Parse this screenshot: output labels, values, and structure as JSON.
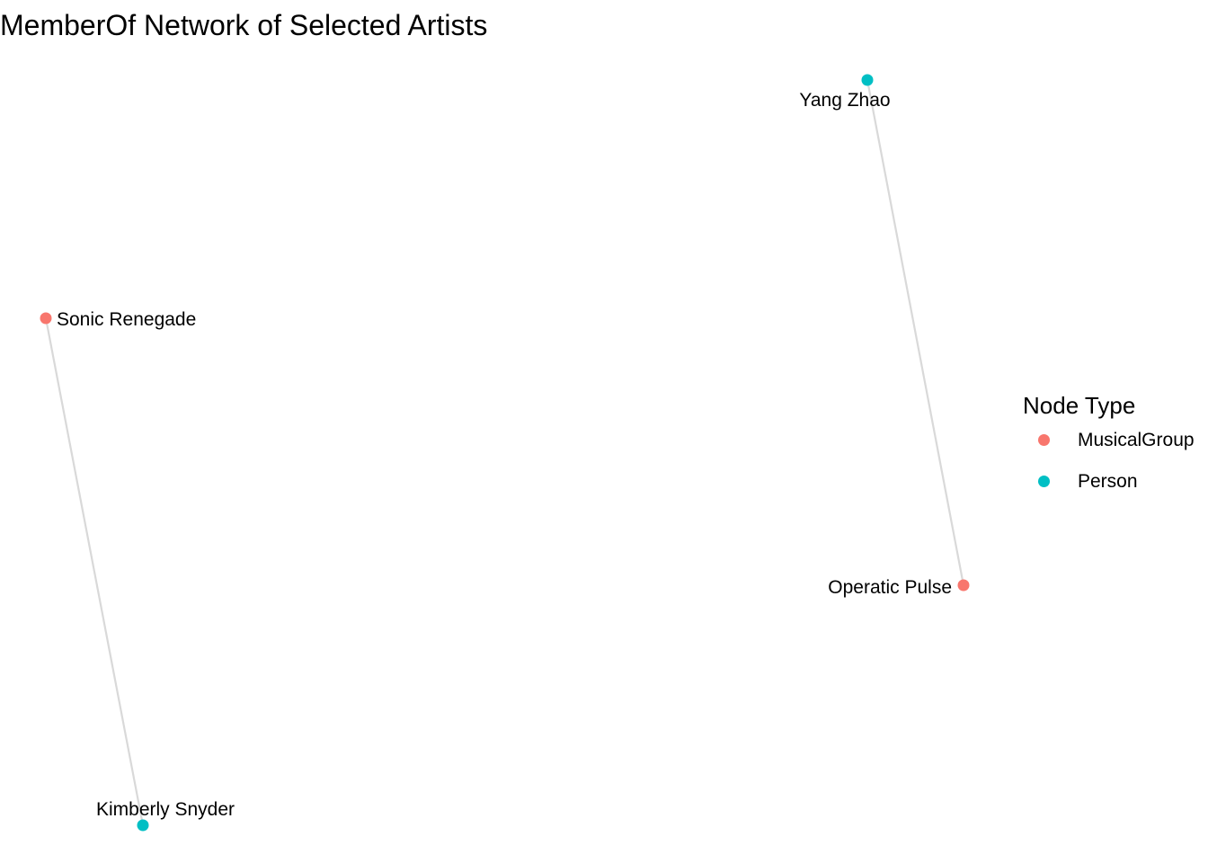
{
  "title": "MemberOf Network of Selected Artists",
  "legend": {
    "title": "Node Type",
    "items": [
      {
        "label": "MusicalGroup",
        "color": "#F8766D"
      },
      {
        "label": "Person",
        "color": "#00BFC4"
      }
    ]
  },
  "network": {
    "edge_color": "#d9d9d9",
    "nodes": [
      {
        "id": "sonic-renegade",
        "label": "Sonic Renegade",
        "type": "MusicalGroup"
      },
      {
        "id": "kimberly-snyder",
        "label": "Kimberly Snyder",
        "type": "Person"
      },
      {
        "id": "yang-zhao",
        "label": "Yang Zhao",
        "type": "Person"
      },
      {
        "id": "operatic-pulse",
        "label": "Operatic Pulse",
        "type": "MusicalGroup"
      }
    ],
    "edges": [
      {
        "from": "kimberly-snyder",
        "to": "sonic-renegade"
      },
      {
        "from": "yang-zhao",
        "to": "operatic-pulse"
      }
    ]
  }
}
